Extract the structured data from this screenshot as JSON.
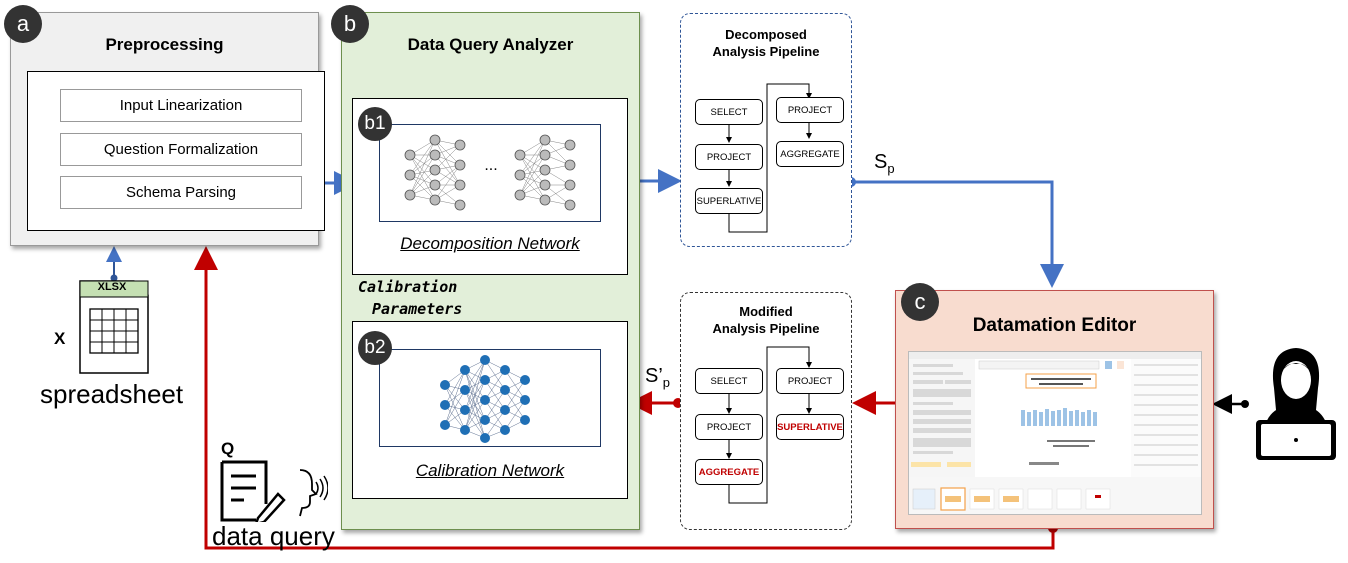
{
  "panels": {
    "a": {
      "badge": "a",
      "title": "Preprocessing",
      "items": [
        "Input Linearization",
        "Question Formalization",
        "Schema Parsing"
      ]
    },
    "b": {
      "badge": "b",
      "title": "Data Query Analyzer",
      "b1": {
        "badge": "b1",
        "caption": "Decomposition Network",
        "ellipsis": "..."
      },
      "b2": {
        "badge": "b2",
        "caption": "Calibration Network"
      },
      "calibration_label": [
        "Calibration",
        "Parameters"
      ]
    },
    "c": {
      "badge": "c",
      "title": "Datamation Editor"
    }
  },
  "pipelines": {
    "decomposed": {
      "title": [
        "Decomposed",
        "Analysis Pipeline"
      ],
      "ops": [
        "SELECT",
        "PROJECT",
        "SUPERLATIVE",
        "PROJECT",
        "AGGREGATE"
      ]
    },
    "modified": {
      "title": [
        "Modified",
        "Analysis Pipeline"
      ],
      "ops": [
        "SELECT",
        "PROJECT",
        "AGGREGATE",
        "PROJECT",
        "SUPERLATIVE"
      ]
    }
  },
  "labels": {
    "sp_main": "S",
    "sp_sub": "p",
    "sp2_main": "S’",
    "sp2_sub": "p",
    "x": "X",
    "xlsx": "XLSX",
    "spreadsheet": "spreadsheet",
    "q": "Q",
    "data_query": "data query"
  },
  "colors": {
    "blue": "#4472c4",
    "red": "#c00000",
    "net_blue": "#1f6fb5"
  }
}
